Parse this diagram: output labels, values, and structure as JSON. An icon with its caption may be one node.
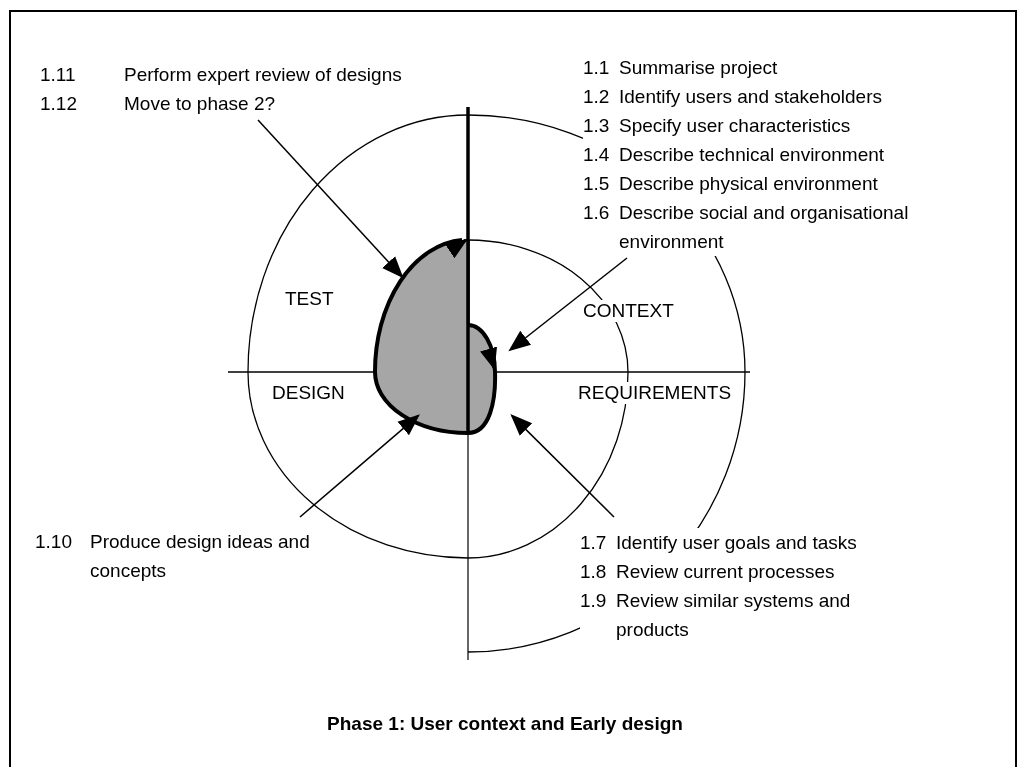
{
  "diagram": {
    "caption": "Phase 1: User context and Early design",
    "nodes": [
      {
        "text": [
          "1.11 Perform expert review of designs",
          "1.12 Move to phase 2?"
        ]
      },
      {
        "text": [
          "1.1 Summarise project",
          "1.2 Identify users and stakeholders",
          "1.3 Specify user characteristics",
          "1.4 Describe technical environment",
          "1.5 Describe physical environment",
          "1.6 Describe social and organisational environment"
        ]
      },
      {
        "text": [],
        "shape": "spiral"
      },
      {
        "text": [
          "1.10 Produce design ideas and concepts"
        ]
      },
      {
        "text": [
          "1.7 Identify user goals and tasks",
          "1.8 Review current processes",
          "1.9 Review similar systems and products"
        ]
      }
    ],
    "edges": [
      {
        "from": 0,
        "to": 2,
        "arrow": "to"
      },
      {
        "from": 1,
        "to": 2,
        "arrow": "to"
      },
      {
        "from": 3,
        "to": 2,
        "arrow": "to"
      },
      {
        "from": 4,
        "to": 2,
        "arrow": "to"
      }
    ],
    "labels": [
      "TEST",
      "CONTEXT",
      "DESIGN",
      "REQUIREMENTS"
    ]
  }
}
